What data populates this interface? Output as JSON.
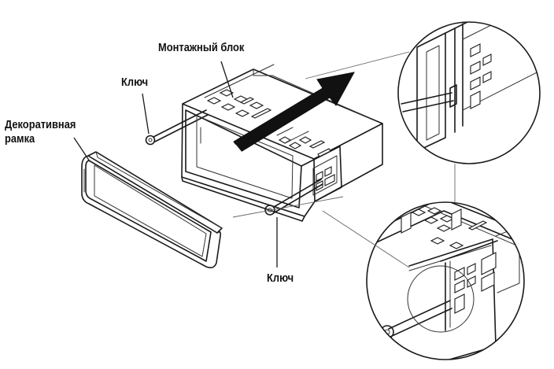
{
  "labels": {
    "bezel": "Декоративная рамка",
    "mounting_sleeve": "Монтажный блок",
    "key_top": "Ключ",
    "key_bottom": "Ключ"
  },
  "colors": {
    "line": "#1a1a1a",
    "arrow": "#111111",
    "background": "#ffffff"
  }
}
